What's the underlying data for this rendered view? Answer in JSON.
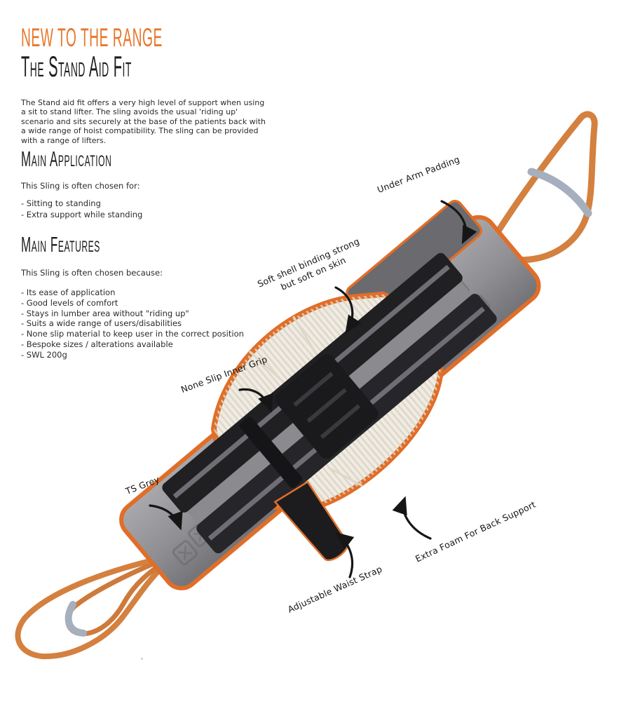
{
  "header": {
    "badge": "NEW TO THE RANGE",
    "title": "The Stand Aid Fit"
  },
  "intro": "The Stand aid fit offers a very high level of support when using a sit to stand lifter. The sling avoids the usual 'riding up' scenario and sits securely at the base of the patients back with a wide range of hoist compatibility. The sling can be provided with a range of lifters.",
  "main_application": {
    "heading": "Main Application",
    "lead": "This Sling is often chosen for:",
    "items": [
      "- Sitting to standing",
      "- Extra support while standing"
    ]
  },
  "main_features": {
    "heading": "Main Features",
    "lead": "This Sling is often chosen because:",
    "items": [
      "- Its ease of application",
      "- Good levels of comfort",
      "- Stays in lumber area without \"riding up\"",
      "- Suits a wide range of users/disabilities",
      "- None slip material to keep user in the correct position",
      "- Bespoke sizes / alterations available",
      "- SWL 200g"
    ]
  },
  "figure": {
    "annotations": [
      {
        "id": "under-arm-padding",
        "label": "Under Arm Padding"
      },
      {
        "id": "soft-shell-binding",
        "label": "Soft shell binding strong\nbut soft on skin"
      },
      {
        "id": "none-slip-inner-grip",
        "label": "None Slip Inner Grip"
      },
      {
        "id": "ts-grey",
        "label": "TS Grey"
      },
      {
        "id": "adjustable-waist-strap",
        "label": "Adjustable Waist Strap"
      },
      {
        "id": "extra-foam-back-support",
        "label": "Extra Foam For Back Support"
      }
    ],
    "stray_mark": "'"
  },
  "colors": {
    "accent_orange": "#E8772B",
    "trim_orange": "#E06E28",
    "webbing_orange": "#D4803F",
    "body_grey": "#8F8F93",
    "pad_cream": "#F0ECE3",
    "strap_black": "#1F1F22",
    "loop_pad_blue_grey": "#A6AFBD"
  }
}
